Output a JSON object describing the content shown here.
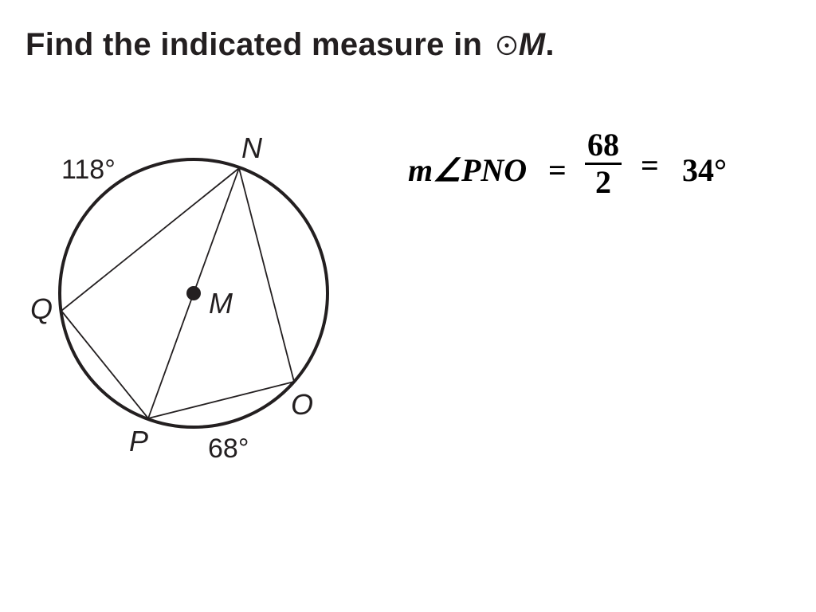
{
  "title": {
    "prefix": "Find the indicated measure in",
    "symbol": "⊙",
    "center": "M",
    "suffix": "."
  },
  "diagram": {
    "points": {
      "N": "N",
      "Q": "Q",
      "P": "P",
      "O": "O",
      "M": "M"
    },
    "arcs": {
      "QN": "118°",
      "PO": "68°"
    }
  },
  "equation": {
    "lhs": "m∠PNO",
    "eq1": "=",
    "numerator": "68",
    "denominator": "2",
    "eq2": "=",
    "result": "34°"
  }
}
